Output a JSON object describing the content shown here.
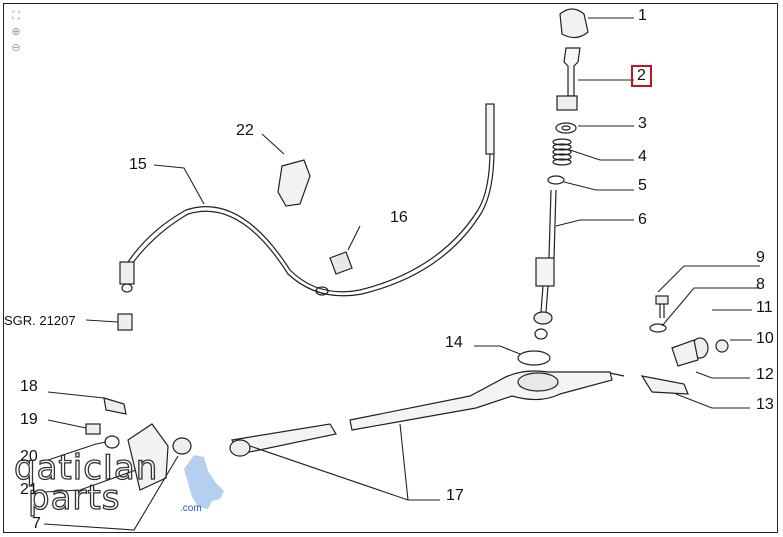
{
  "diagram": {
    "callouts": [
      {
        "id": "c1",
        "label": "1"
      },
      {
        "id": "c2",
        "label": "2",
        "highlight": true
      },
      {
        "id": "c3",
        "label": "3"
      },
      {
        "id": "c4",
        "label": "4"
      },
      {
        "id": "c5",
        "label": "5"
      },
      {
        "id": "c6",
        "label": "6"
      },
      {
        "id": "c7",
        "label": "7"
      },
      {
        "id": "c8",
        "label": "8"
      },
      {
        "id": "c9",
        "label": "9"
      },
      {
        "id": "c10",
        "label": "10"
      },
      {
        "id": "c11",
        "label": "11"
      },
      {
        "id": "c12",
        "label": "12"
      },
      {
        "id": "c13",
        "label": "13"
      },
      {
        "id": "c14",
        "label": "14"
      },
      {
        "id": "c15",
        "label": "15"
      },
      {
        "id": "c16",
        "label": "16"
      },
      {
        "id": "c17",
        "label": "17"
      },
      {
        "id": "c18",
        "label": "18"
      },
      {
        "id": "c19",
        "label": "19"
      },
      {
        "id": "c20",
        "label": "20"
      },
      {
        "id": "c21",
        "label": "21"
      },
      {
        "id": "c22",
        "label": "22"
      }
    ],
    "reference_label": "SGR. 21207",
    "highlight_color": "#c0161c",
    "line_color": "#222222"
  },
  "toolbar": {
    "tools": [
      {
        "name": "fit-icon"
      },
      {
        "name": "zoom-in-icon"
      },
      {
        "name": "zoom-out-icon"
      }
    ]
  },
  "watermark": {
    "line1": "qaticIan",
    "line2": "parts",
    "suffix": ".com",
    "brand_color": "#2a5aa8"
  }
}
